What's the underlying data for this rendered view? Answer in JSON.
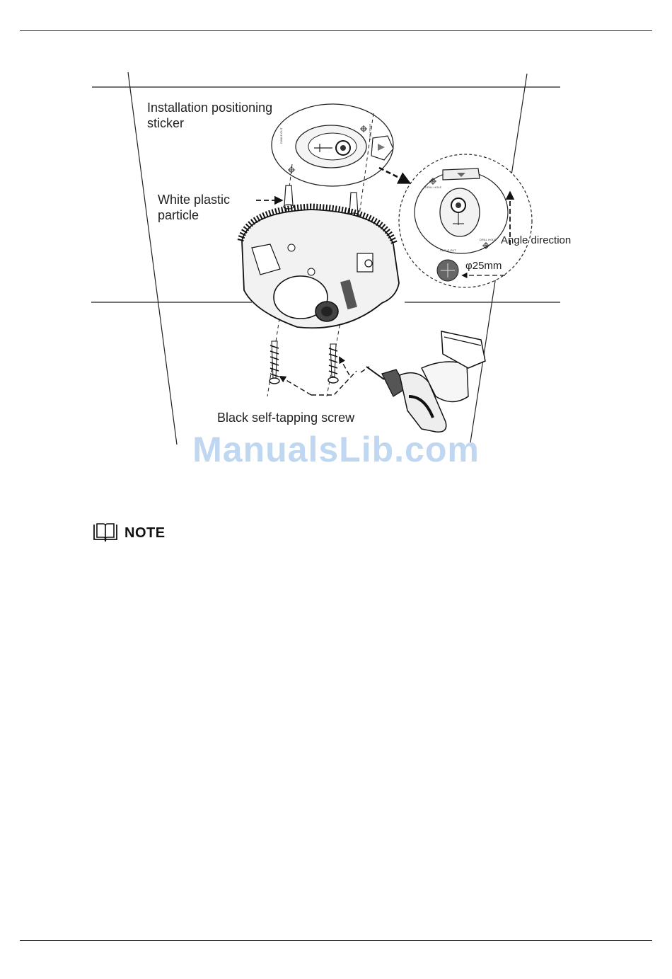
{
  "figure": {
    "labels": {
      "sticker_line1": "Installation positioning",
      "sticker_line2": "sticker",
      "plastic_line1": "White plastic",
      "plastic_line2": "particle",
      "angle": "Angle direction",
      "diameter": "φ25mm",
      "screw": "Black self-tapping screw"
    },
    "sticker_small_text": {
      "drill_hole_a": "DRILL HOLE",
      "drill_hole_b": "DRILL HOLE",
      "cable_out": "CABLE OUT"
    }
  },
  "watermark": "ManualsLib.com",
  "note": {
    "icon": "book-icon",
    "label": "NOTE"
  }
}
